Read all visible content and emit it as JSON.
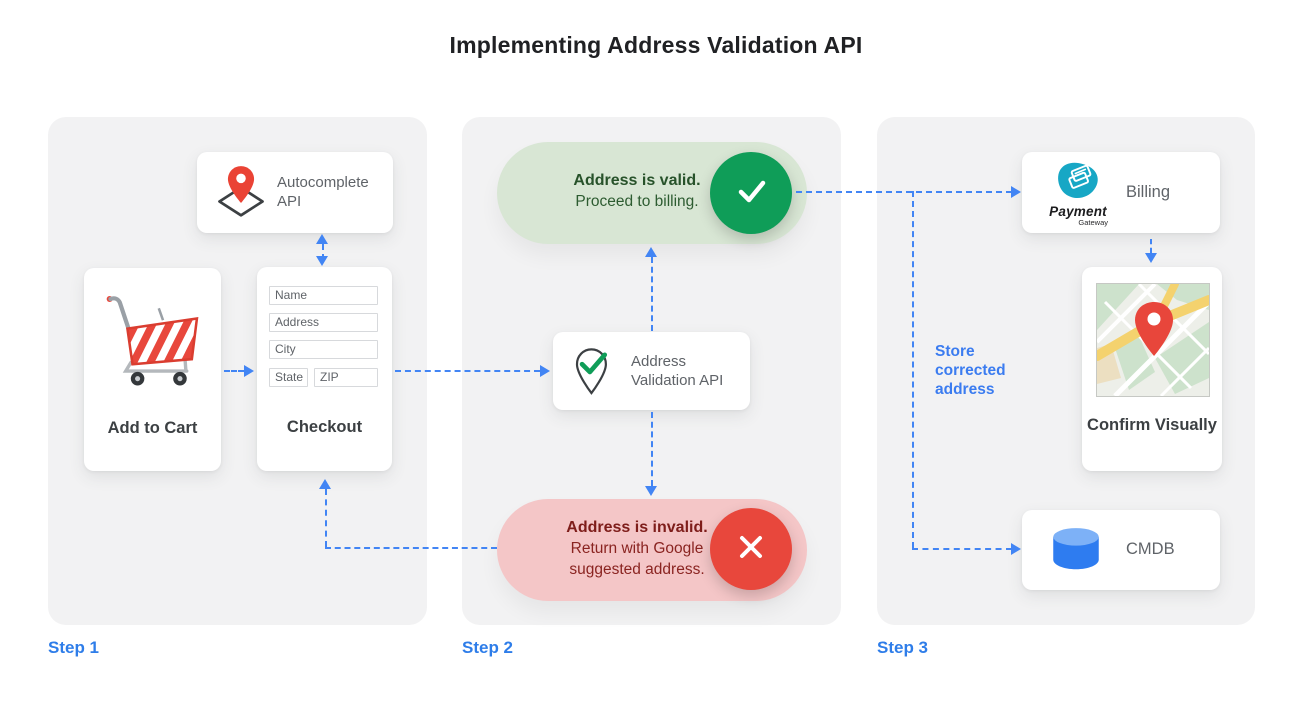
{
  "title": "Implementing Address Validation API",
  "steps": {
    "step1_label": "Step 1",
    "step2_label": "Step 2",
    "step3_label": "Step 3"
  },
  "step1": {
    "autocomplete_api_label": "Autocomplete API",
    "add_to_cart_label": "Add to Cart",
    "checkout_label": "Checkout",
    "fields": {
      "name": "Name",
      "address": "Address",
      "city": "City",
      "state": "State",
      "zip": "ZIP"
    }
  },
  "step2": {
    "valid_title": "Address is valid.",
    "valid_subtitle": "Proceed to billing.",
    "validation_api_label": "Address Validation API",
    "invalid_title": "Address is invalid.",
    "invalid_subtitle": "Return with Google suggested address."
  },
  "step3": {
    "billing_label": "Billing",
    "payment_logo_title": "Payment",
    "payment_logo_subtitle": "Gateway",
    "confirm_label": "Confirm Visually",
    "cmdb_label": "CMDB",
    "store_note": "Store corrected address"
  },
  "colors": {
    "arrow_blue": "#4285f4",
    "step_blue": "#2e7de9",
    "valid_green_circle": "#0f9d58",
    "valid_pill_bg": "#d8e6d4",
    "valid_text": "#27522a",
    "invalid_red_circle": "#e8473c",
    "invalid_pill_bg": "#f4c6c7",
    "invalid_text": "#7e1d1a",
    "panel_bg": "#f2f2f3",
    "pin_red": "#ea4335"
  }
}
